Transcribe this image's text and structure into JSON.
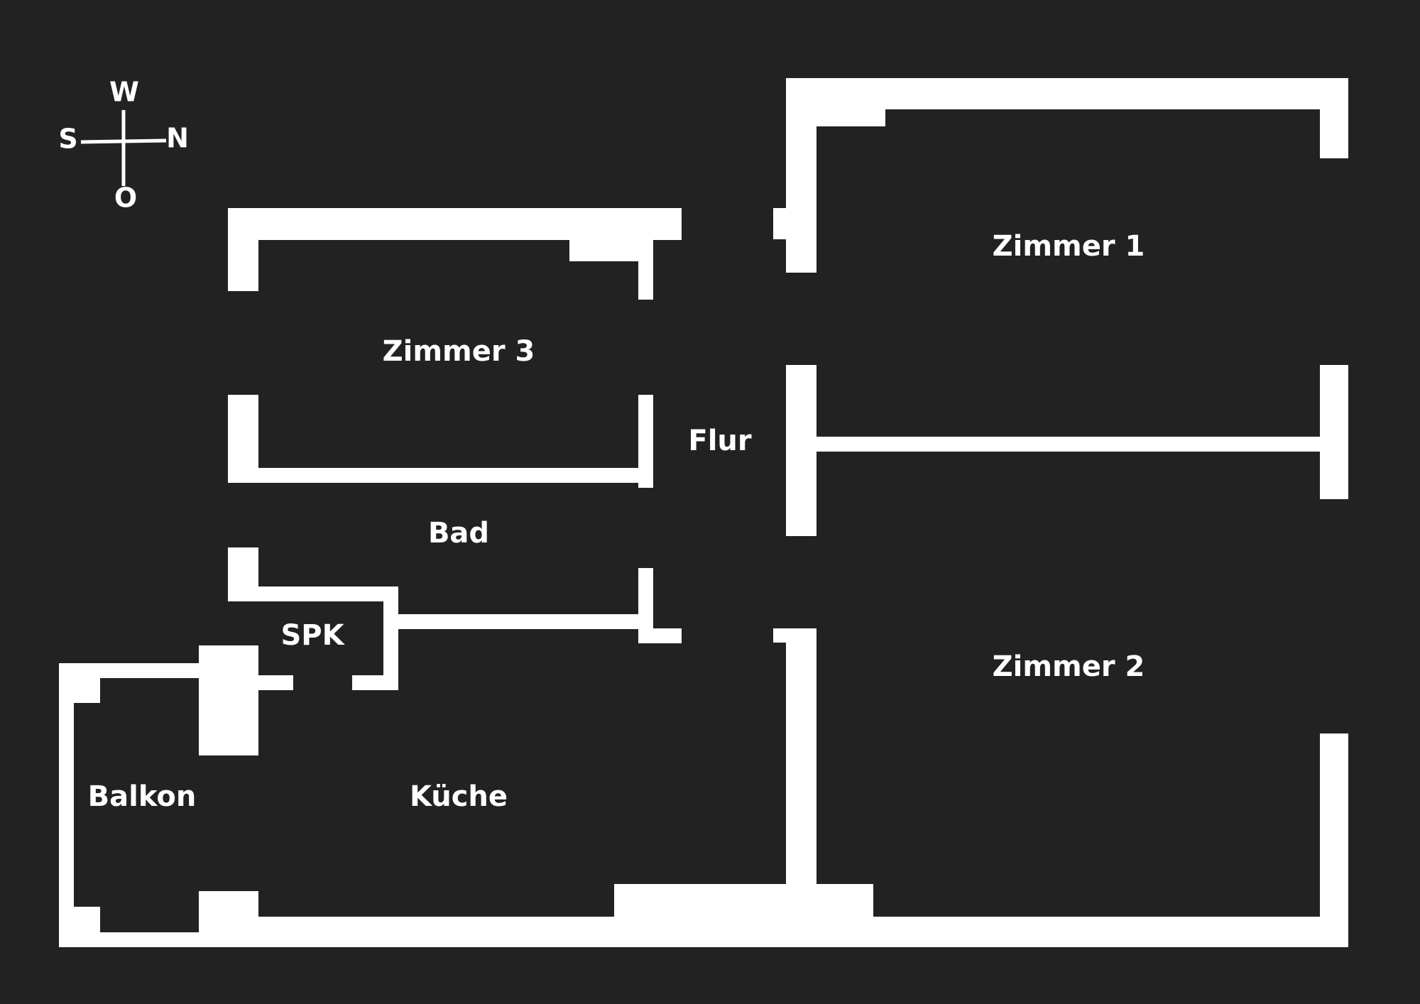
{
  "compass": {
    "west": "W",
    "south": "S",
    "north": "N",
    "east": "O"
  },
  "rooms": {
    "zimmer1": "Zimmer 1",
    "zimmer2": "Zimmer 2",
    "zimmer3": "Zimmer 3",
    "flur": "Flur",
    "bad": "Bad",
    "spk": "SPK",
    "kueche": "Küche",
    "balkon": "Balkon"
  },
  "colors": {
    "background": "#222222",
    "walls": "#ffffff",
    "text": "#ffffff"
  }
}
